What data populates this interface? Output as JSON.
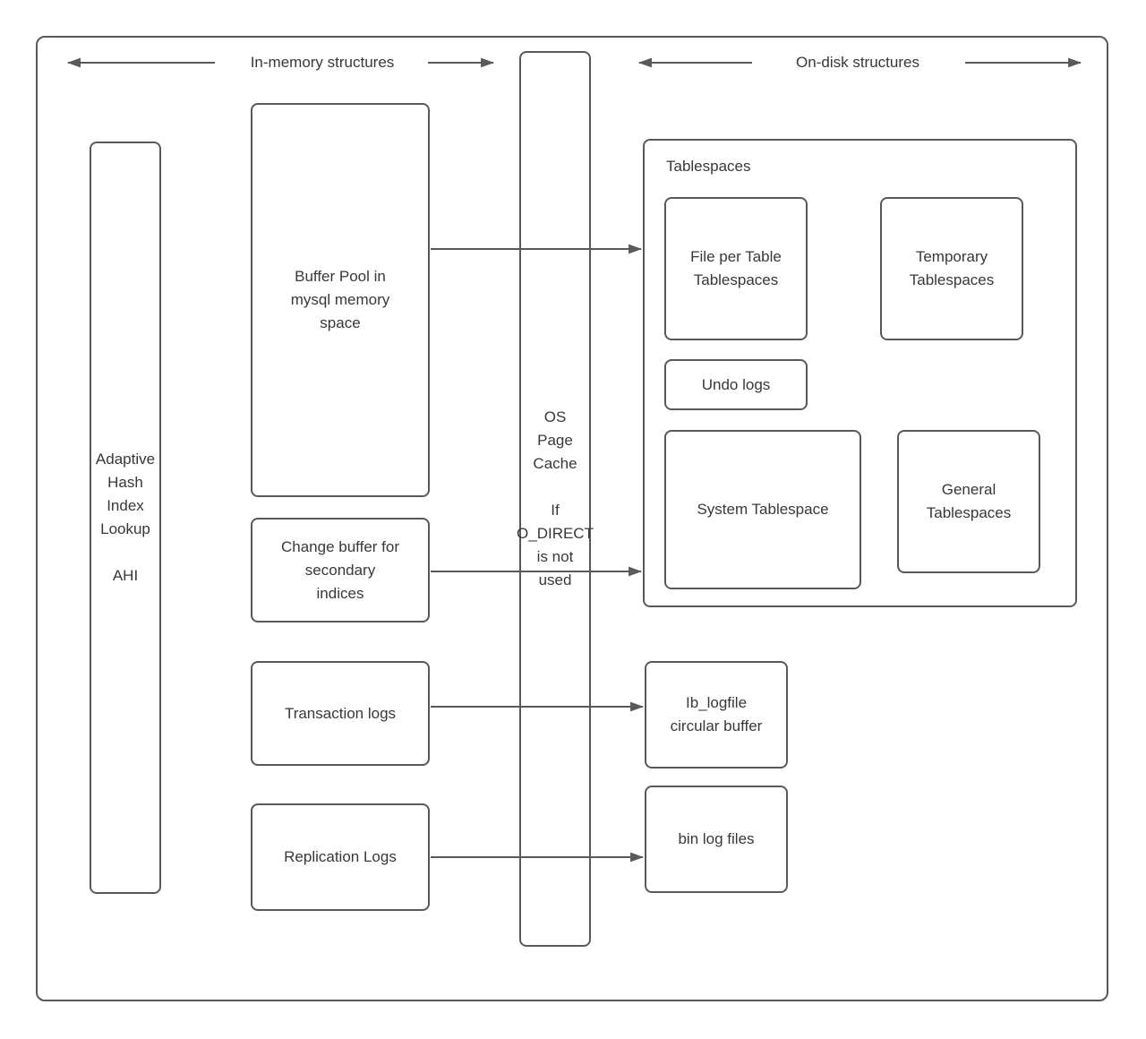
{
  "diagram": {
    "headers": {
      "in_memory": "In-memory structures",
      "on_disk": "On-disk structures"
    },
    "nodes": {
      "ahi": "Adaptive\nHash\nIndex\nLookup\n\nAHI",
      "buffer_pool": "Buffer Pool in\nmysql memory\nspace",
      "change_buffer": "Change buffer for\nsecondary\nindices",
      "transaction_logs": "Transaction logs",
      "replication_logs": "Replication Logs",
      "os_page_cache": "OS\nPage\nCache\n\nIf\nO_DIRECT\nis not\nused",
      "tablespaces_title": "Tablespaces",
      "file_per_table": "File per Table\nTablespaces",
      "temporary_tablespaces": "Temporary\nTablespaces",
      "undo_logs": "Undo logs",
      "system_tablespace": "System Tablespace",
      "general_tablespaces": "General\nTablespaces",
      "ib_logfile": "Ib_logfile\ncircular buffer",
      "bin_log_files": "bin log files"
    },
    "colors": {
      "stroke": "#595959",
      "text": "#383838",
      "background": "#ffffff"
    }
  }
}
